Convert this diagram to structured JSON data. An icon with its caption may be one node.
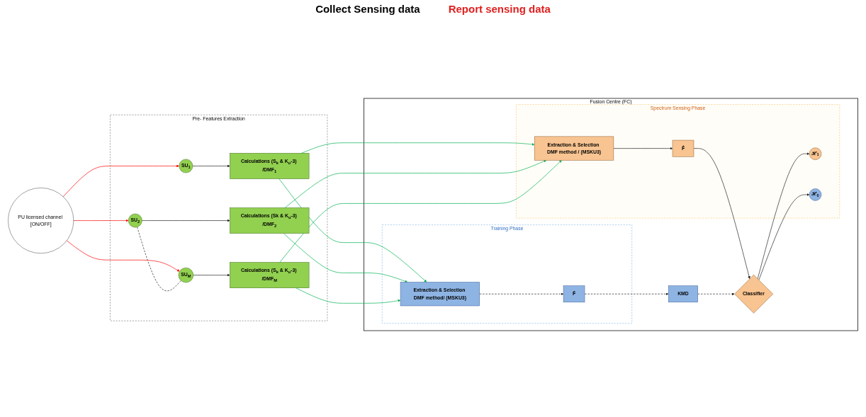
{
  "diagram": {
    "nodes": [
      {
        "text": [
          "PU licensed channel [ON/OFF]"
        ]
      },
      {
        "text": [
          "Pre- Features Extraction"
        ]
      },
      {
        "text": [
          "SU$_{1}$"
        ],
        "in": 1
      },
      {
        "text": [
          "Calculations (S$_{k}$ & K$_{u}$-3) /DMF$_{1}$"
        ],
        "in": 1
      },
      {
        "text": [
          "SU$_{2}$"
        ],
        "in": 1
      },
      {
        "text": [
          "Calculations (Sk & K$_{u}$-3) /DMF$_{2}$"
        ],
        "in": 1
      },
      {
        "text": [
          "SU$_{M}$"
        ],
        "in": 1
      },
      {
        "text": [
          "Calculations (S$_{k}$ & K$_{u}$-3) /DMF$_{M}$"
        ],
        "in": 1
      },
      {
        "text": [
          "Fusion Centre (FC)"
        ]
      },
      {
        "text": [
          "Training Phase"
        ],
        "in": 8
      },
      {
        "text": [
          "Extraction & Selection DMF method/ (MSKU3)"
        ],
        "in": 9
      },
      {
        "text": [
          "F̄"
        ],
        "in": 9
      },
      {
        "text": [
          "KMD"
        ],
        "in": 8
      },
      {
        "text": [
          "Classifier"
        ],
        "in": 8
      },
      {
        "text": [
          "Spectrum Sensing Phase"
        ],
        "in": 8
      },
      {
        "text": [
          "ℋ$_{1}$"
        ],
        "in": 14
      },
      {
        "text": [
          "ℋ$_{0}$"
        ],
        "in": 14
      },
      {
        "text": [
          "Extraction & Selection DMF method / (MSKU3)"
        ],
        "in": 14
      },
      {
        "text": [
          "F̂"
        ],
        "in": 14
      }
    ],
    "edges": [
      {
        "from": 0,
        "to": 2,
        "arrow": "to",
        "color": "#ff0000"
      },
      {
        "from": 0,
        "to": 4,
        "arrow": "to",
        "color": "#ff0000"
      },
      {
        "from": 0,
        "to": 6,
        "arrow": "to",
        "color": "#ff0000"
      },
      {
        "from": 2,
        "to": 3,
        "arrow": "to"
      },
      {
        "from": 4,
        "to": 5,
        "arrow": "to"
      },
      {
        "from": 6,
        "to": 7,
        "arrow": "to"
      },
      {
        "from": 4,
        "to": 6,
        "arrow": "none",
        "style": "dashed"
      },
      {
        "from": 3,
        "to": 10,
        "arrow": "to",
        "color": "#00b050"
      },
      {
        "from": 3,
        "to": 17,
        "arrow": "to",
        "color": "#00b050"
      },
      {
        "from": 5,
        "to": 10,
        "arrow": "to",
        "color": "#00b050"
      },
      {
        "from": 5,
        "to": 17,
        "arrow": "to",
        "color": "#00b050"
      },
      {
        "from": 7,
        "to": 10,
        "arrow": "to",
        "color": "#00b050"
      },
      {
        "from": 7,
        "to": 17,
        "arrow": "to",
        "color": "#00b050"
      },
      {
        "from": 10,
        "to": 11,
        "arrow": "to",
        "style": "dashed"
      },
      {
        "from": 11,
        "to": 12,
        "arrow": "to",
        "style": "dashed"
      },
      {
        "from": 12,
        "to": 13,
        "arrow": "to",
        "style": "dashed"
      },
      {
        "from": 17,
        "to": 18,
        "arrow": "to"
      },
      {
        "from": 18,
        "to": 13,
        "arrow": "to"
      },
      {
        "from": 13,
        "to": 15,
        "arrow": "to"
      },
      {
        "from": 13,
        "to": 16,
        "arrow": "to"
      }
    ],
    "labels": [
      "Collect Sensing data",
      "Report sensing data"
    ]
  }
}
